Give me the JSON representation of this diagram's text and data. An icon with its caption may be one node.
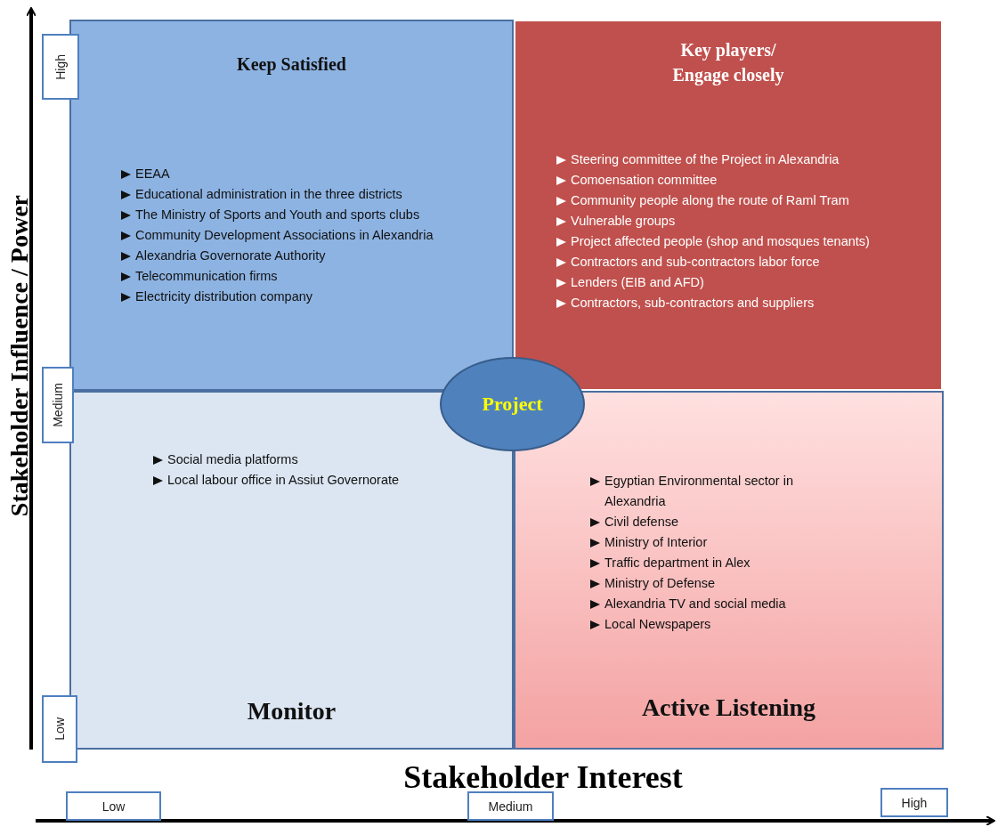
{
  "diagram": {
    "nodes": [
      {
        "text": [
          "High"
        ]
      },
      {
        "text": [
          "Keep Satisfied",
          "EEAA",
          "Educational administration in the three  districts",
          "The Ministry of Sports and Youth and sports clubs",
          "Community Development Associations in Alexandria",
          "Alexandria  Governorate Authority",
          "Telecommunication firms",
          "Electricity distribution company"
        ]
      },
      {
        "text": [
          "Key players/ Engage closely",
          "Steering committee of the Project in Alexandria",
          "Comoensation committee",
          "Community people along the route of Raml Tram",
          "Vulnerable groups",
          "Project affected people (shop and mosques tenants)",
          "Contractors and sub-contractors labor force",
          "Lenders (EIB and AFD)",
          "Contractors, sub-contractors and suppliers"
        ]
      },
      {
        "text": [
          "Medium"
        ]
      },
      {
        "text": [
          "Project"
        ]
      },
      {
        "text": [
          "Social media platforms",
          "Local labour office in Assiut Governorate",
          "Monitor"
        ]
      },
      {
        "text": [
          "Egyptian Environmental sector in Alexandria",
          "Civil defense",
          "Ministry of Interior",
          "Traffic department in Alex",
          "Ministry of Defense",
          "Alexandria  TV and social media",
          "Local Newspapers",
          "Active Listening"
        ]
      },
      {
        "text": [
          "Low"
        ]
      },
      {
        "text": [
          "Low"
        ]
      },
      {
        "text": [
          "Medium"
        ]
      },
      {
        "text": [
          "High"
        ]
      }
    ],
    "edges": [],
    "labels": [
      "Stakeholder Influence / Power",
      "Stakeholder Interest"
    ]
  }
}
